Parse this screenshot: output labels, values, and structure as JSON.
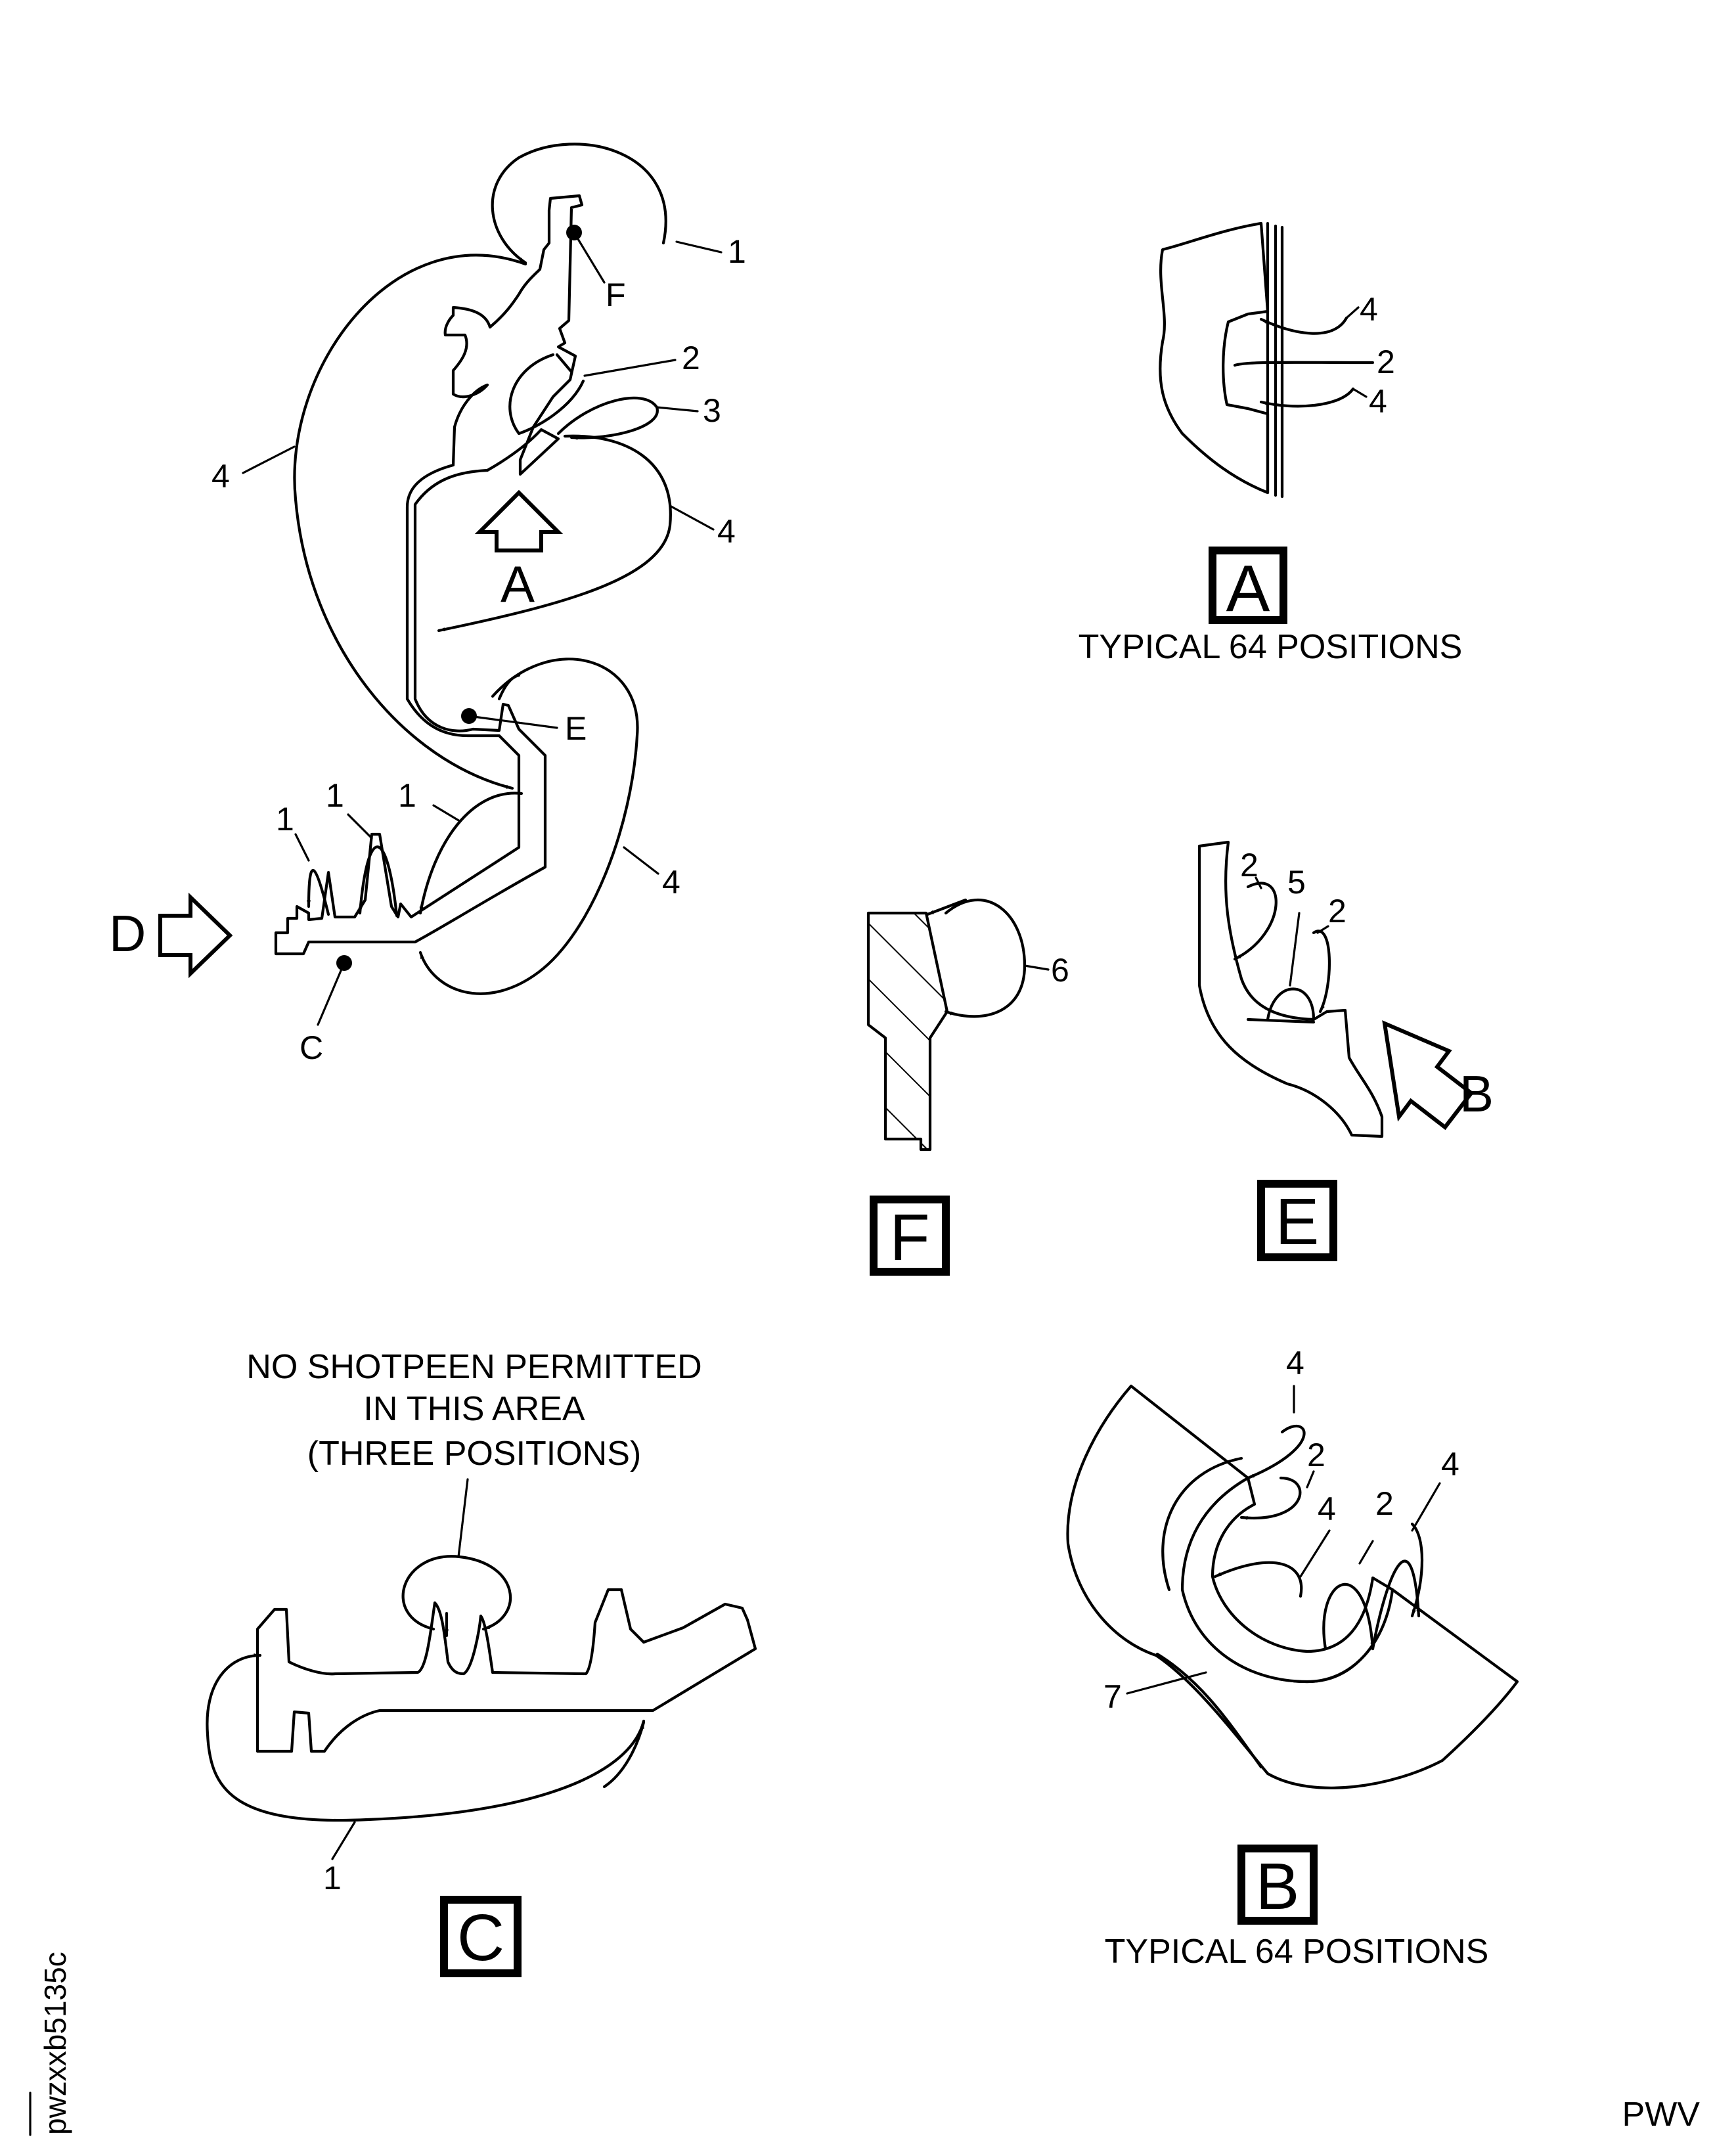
{
  "figure_id": "pwzxxb5135c",
  "footer_code": "PWV",
  "main_view": {
    "callouts": {
      "c1_top": "1",
      "c2_top": "2",
      "c3_top": "3",
      "c4_left": "4",
      "c4_right_upper": "4",
      "c4_right_lower": "4",
      "c1_tooth_a": "1",
      "c1_tooth_b": "1",
      "c1_tooth_c": "1"
    },
    "detail_markers": {
      "f": "F",
      "e": "E",
      "c": "C"
    },
    "view_arrows": {
      "a": "A",
      "d": "D"
    }
  },
  "view_a": {
    "title": "A",
    "caption": "TYPICAL 64 POSITIONS",
    "callouts": {
      "c4_upper": "4",
      "c2": "2",
      "c4_lower": "4"
    }
  },
  "view_f": {
    "title": "F",
    "callouts": {
      "c6": "6"
    }
  },
  "view_e": {
    "title": "E",
    "callouts": {
      "c2_left": "2",
      "c5": "5",
      "c2_right": "2"
    },
    "view_arrow": "B"
  },
  "view_c": {
    "title": "C",
    "note_lines": [
      "NO SHOTPEEN PERMITTED",
      "IN THIS AREA",
      "(THREE POSITIONS)"
    ],
    "callouts": {
      "c1": "1"
    }
  },
  "view_b": {
    "title": "B",
    "caption": "TYPICAL 64 POSITIONS",
    "callouts": {
      "c4_top": "4",
      "c2_upper": "2",
      "c4_mid": "4",
      "c2_right": "2",
      "c4_right": "4",
      "c7": "7"
    }
  }
}
